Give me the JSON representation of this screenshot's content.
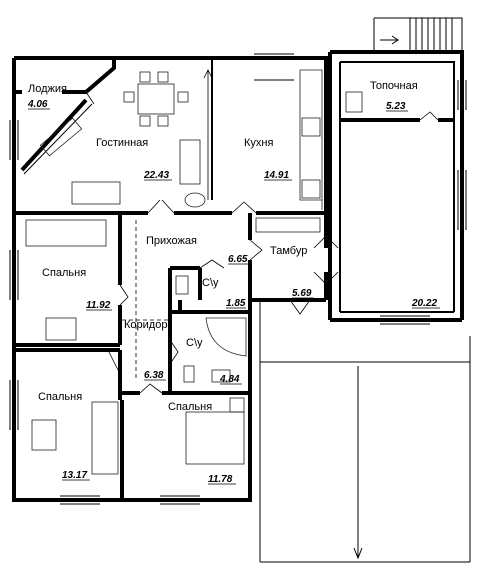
{
  "rooms": [
    {
      "id": "loggia",
      "name": "Лоджия",
      "area": "4.06"
    },
    {
      "id": "living",
      "name": "Гостинная",
      "area": "22.43"
    },
    {
      "id": "kitchen",
      "name": "Кухня",
      "area": "14.91"
    },
    {
      "id": "boiler",
      "name": "Топочная",
      "area": "5.23"
    },
    {
      "id": "garage",
      "name": "",
      "area": "20.22"
    },
    {
      "id": "hall",
      "name": "Прихожая",
      "area": "6.65"
    },
    {
      "id": "vestibule",
      "name": "Тамбур",
      "area": "5.69"
    },
    {
      "id": "bedroom1",
      "name": "Спальня",
      "area": "11.92"
    },
    {
      "id": "wc1",
      "name": "С\\у",
      "area": "1.85"
    },
    {
      "id": "corridor",
      "name": "Коридор",
      "area": "6.38"
    },
    {
      "id": "wc2",
      "name": "С\\у",
      "area": "4.84"
    },
    {
      "id": "bedroom2",
      "name": "Спальня",
      "area": "13.17"
    },
    {
      "id": "bedroom3",
      "name": "Спальня",
      "area": "11.78"
    }
  ]
}
